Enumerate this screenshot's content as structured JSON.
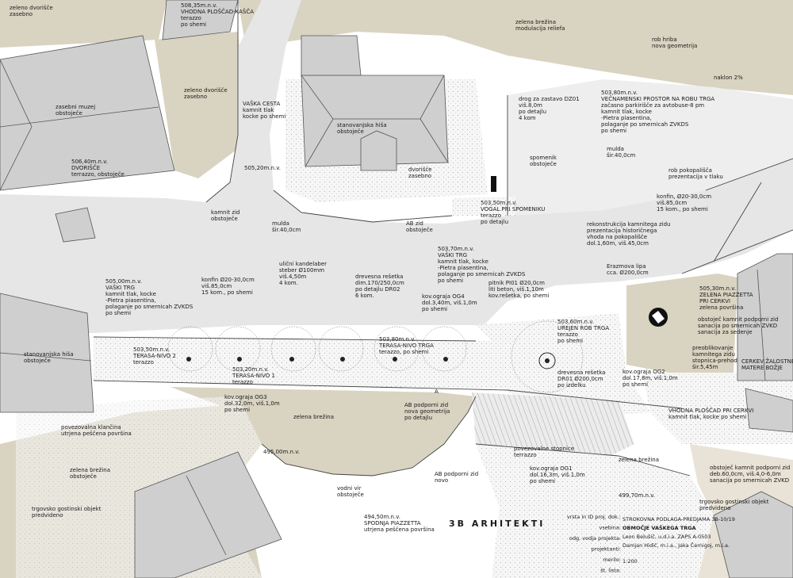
{
  "colors": {
    "grass": "#d9d3c1",
    "paving": "#e4e4e4",
    "roof": "#cfcfcf",
    "roof_line": "#555555",
    "hatch": "#f4f4f4",
    "road": "#ececec"
  },
  "labels": {
    "dvorisce_top": [
      "zeleno dvorišče",
      "zasebno"
    ],
    "vhodna_kasca": [
      "508,35m.n.v.",
      "VHODNA PLOŠČAD-KAŠČA",
      "terazzo",
      "po shemi"
    ],
    "zelena_brezina_top": [
      "zelena brežina",
      "modulacija reliefa"
    ],
    "rob_hriba": [
      "rob hriba",
      "nova geometrija"
    ],
    "dvorisce_left": [
      "zeleno dvorišče",
      "zasebno"
    ],
    "muzej": [
      "zasebni muzej",
      "obstoječe"
    ],
    "vaska_cesta": [
      "VAŠKA CESTA",
      "kamnit tlak",
      "kocke po shemi"
    ],
    "stan_hisa": [
      "stanovanjska hiša",
      "obstoječe"
    ],
    "drog": [
      "drog za zastavo DZ01",
      "viš.8,0m",
      "po detajlu",
      "4 kom"
    ],
    "vecnamenski": [
      "503,80m.n.v.",
      "VEČNAMENSKI PROSTOR NA ROBU TRGA",
      "začasno parkirišče za avtobuse-8 pm",
      "kamnit tlak, kocke",
      "-Pietra piasentina,",
      "polaganje po smernicah ZVKDS",
      "po shemi"
    ],
    "naklon": "naklon 2%",
    "mulda_right": [
      "mulda",
      "šir.40,0cm"
    ],
    "dvorisce_506": [
      "506,40m.n.v.",
      "DVORIŠČE",
      "terrazzo, obstoječe"
    ],
    "spomenik": [
      "spomenik",
      "obstoječe"
    ],
    "dvorisce_zasebno": [
      "dvorišče",
      "zasebno"
    ],
    "elev_505_20": "505,20m.n.v.",
    "rob_pokopalisca": [
      "rob pokopališča",
      "prezentacija v tlaku"
    ],
    "vogal": [
      "503,50m.n.v.",
      "VOGAL PRI SPOMENIKU",
      "terazzo",
      "po detajlu"
    ],
    "konfin_right": [
      "konfin, Ø20-30,0cm",
      "viš.85,0cm",
      "15 kom., po shemi"
    ],
    "kamnit_zid": [
      "kamnit zid",
      "obstoječe"
    ],
    "mulda_left": [
      "mulda",
      "šir.40,0cm"
    ],
    "ab_zid_top": [
      "AB zid",
      "obstoječe"
    ],
    "rekonstrukcija": [
      "rekonstrukcija kamnitega zidu",
      "prezentacija historičnega",
      "vhoda na pokopališče",
      "dol.1,60m, viš.45,0cm"
    ],
    "ulicni": [
      "ulični kandelaber",
      "steber Ø100mm",
      "viš.4,50m",
      "4 kom."
    ],
    "vaski_trg_503": [
      "503,70m.n.v.",
      "VAŠKI TRG",
      "kamnit tlak, kocke",
      "-Pietra piasentina,",
      "polaganje po smernicah ZVKDS",
      "po shemi"
    ],
    "lipa": [
      "Erazmova lipa",
      "cca. Ø200,0cm"
    ],
    "vaski_trg_505": [
      "505,00m.n.v.",
      "VAŠKI TRG",
      "kamnit tlak, kocke",
      "-Pietra piasentina,",
      "polaganje po smernicah ZVKDS",
      "po shemi"
    ],
    "konfin_left": [
      "konfin Ø20-30,0cm",
      "viš.85,0cm",
      "15 kom., po shemi"
    ],
    "resetka_dr02": [
      "drevesna rešetka",
      "dim.170/250,0cm",
      "po detajlu DR02",
      "6 kom."
    ],
    "kov_og4": [
      "kov.ograja OG4",
      "dol.3,40m, viš.1,0m",
      "po shemi"
    ],
    "pitnik": [
      "pitnik PI01 Ø20,0cm",
      "liti beton, viš.1,10m",
      "kov.rešetka, po shemi"
    ],
    "zelena_piazzetta": [
      "505,30m.n.v.",
      "ZELENA PIAZZETTA",
      "PRI CERKVI",
      "zelena površina"
    ],
    "obstojec_zid_right": [
      "obstoječ kamnit podporni zid",
      "sanacija po smernicah ZVKD",
      "sanacija za sedenje"
    ],
    "stan_hisa_left": [
      "stanovanjska hiša",
      "obstoječe"
    ],
    "terasa_1": [
      "503,50m.n.v.",
      "TERASA-NIVO 2",
      "terazzo"
    ],
    "terasa_2": [
      "503,80m.n.v.",
      "TERASA-NIVO TRGA",
      "terazzo, po shemi"
    ],
    "urejen_rob": [
      "503,60m.n.v.",
      "UREJEN ROB TRGA",
      "terazzo",
      "po shemi"
    ],
    "preoblikovanje": [
      "preoblikovanje",
      "kamnitega zidu",
      "stopnica-prehod",
      "šir.5,45m"
    ],
    "cerkev": [
      "CERKEV ŽALOSTNE",
      "MATERE BOŽJE"
    ],
    "terasa_3": [
      "503,20m.n.v.",
      "TERASA-NIVO 1",
      "terazzo"
    ],
    "resetka_dr01": [
      "drevesna rešetka",
      "DR01 Ø200,0cm",
      "po izdelku"
    ],
    "kov_og2": [
      "kov.ograja OG2",
      "dol.17,8m, viš.1,0m",
      "po shemi"
    ],
    "kov_og3": [
      "kov.ograja OG3",
      "dol.32,0m, viš.1,0m",
      "po shemi"
    ],
    "zelena_brezina_mid": "zelena brežina",
    "ab_podporni": [
      "AB podporni zid",
      "nova geometrija",
      "po detajlu"
    ],
    "vhodna_cerkev": [
      "VHODNA PLOŠČAD PRI CERKVI",
      "kamnit tlak, kocke po shemi"
    ],
    "povezovalna": [
      "povezovalna klančina",
      "utrjena peščena površina"
    ],
    "stopnice": [
      "povezovalne stopnice",
      "terrazzo"
    ],
    "zelena_brezina_right": "zelena brežina",
    "elev_495": "495,00m.n.v.",
    "obstojec_zid_bottom": [
      "obstoječ kamnit podporni zid",
      "deb.60,0cm, viš.4,0-6,0m",
      "sanacija po smernicah ZVKD"
    ],
    "zelena_brezina_left": [
      "zelena brežina",
      "obstoječe"
    ],
    "ab_novo": [
      "AB podporni zid",
      "novo"
    ],
    "kov_og1": [
      "kov.ograja OG1",
      "dol.16,3m, viš.1,0m",
      "po shemi"
    ],
    "elev_499": "499,70m.n.v.",
    "trgovsko_right": [
      "trgovsko gostinski objekt",
      "predvideno"
    ],
    "vodni_vir": [
      "vodni vir",
      "obstoječe"
    ],
    "trgovsko_left": [
      "trgovsko gostinski objekt",
      "predvideno"
    ],
    "spodnja": [
      "494,50m.n.v.",
      "SPODNJA PIAZZETTA",
      "utrjena peščena površina"
    ],
    "section_mark": "A"
  },
  "firm": "3B ARHITEKTI",
  "title_block": {
    "keys": [
      "vrsta in ID proj. dok.:",
      "vsebina:",
      "odg. vodja projekta:",
      "projektanti:",
      "merilo:",
      "št. lista:"
    ],
    "doc_id": "STROKOVNA PODLAGA-PREDJAMA 3B-10/19",
    "content": "OBMOČJE VAŠKEGA TRGA",
    "lead": "Leon Belušič, u.d.i.a. ZAPS A-0503",
    "designers": "Damjan Hidič, m.i.a., Jaka Černigoj, m.i.a.",
    "scale": "1:200",
    "sheet": ""
  }
}
